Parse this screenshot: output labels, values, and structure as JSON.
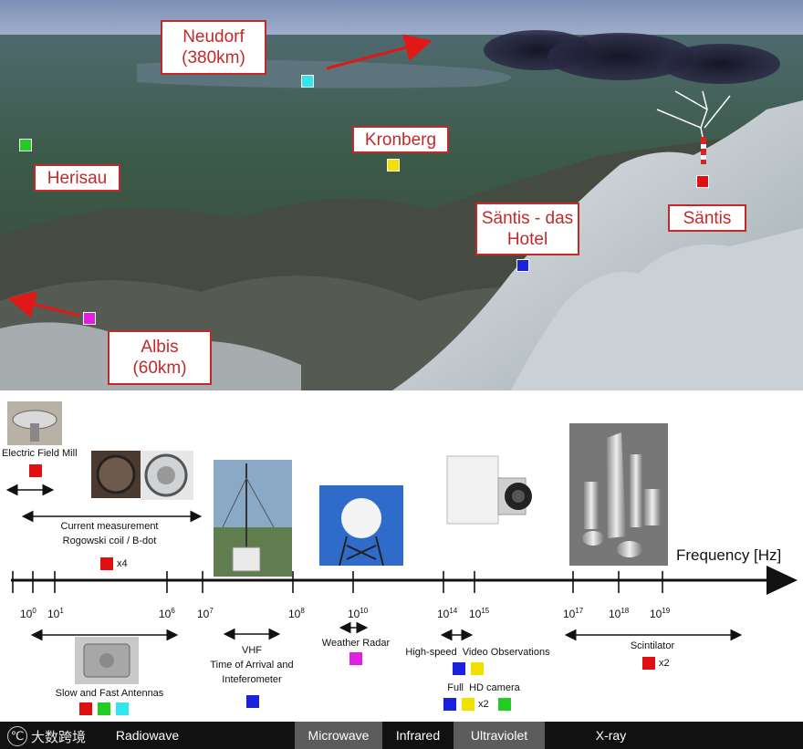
{
  "map": {
    "locations": [
      {
        "name": "Neudorf",
        "sub": "(380km)",
        "color": "#33e5ee"
      },
      {
        "name": "Herisau",
        "color": "#22cc22"
      },
      {
        "name": "Kronberg",
        "color": "#f2e000"
      },
      {
        "name": "Säntis - das",
        "sub": "Hotel",
        "color": "#1a22dd"
      },
      {
        "name": "Säntis",
        "color": "#e01010"
      },
      {
        "name": "Albis",
        "sub": "(60km)",
        "color": "#e020e0"
      }
    ]
  },
  "axis": {
    "title": "Frequency [Hz]",
    "ticks": [
      {
        "base": "10",
        "exp": "0"
      },
      {
        "base": "10",
        "exp": "1"
      },
      {
        "base": "10",
        "exp": "6"
      },
      {
        "base": "10",
        "exp": "7"
      },
      {
        "base": "10",
        "exp": "8"
      },
      {
        "base": "10",
        "exp": "10"
      },
      {
        "base": "10",
        "exp": "14"
      },
      {
        "base": "10",
        "exp": "15"
      },
      {
        "base": "10",
        "exp": "17"
      },
      {
        "base": "10",
        "exp": "18"
      },
      {
        "base": "10",
        "exp": "19"
      }
    ]
  },
  "instruments": {
    "efm": "Electric Field Mill",
    "current_1": "Current measurement",
    "current_2": "Rogowski coil / B-dot",
    "current_count": "x4",
    "antennas": "Slow and Fast Antennas",
    "vhf_1": "VHF",
    "vhf_2": "Time of Arrival and",
    "vhf_3": "Inteferometer",
    "radar": "Weather Radar",
    "highspeed": "High-speed  Video Observations",
    "hd": "Full  HD camera",
    "hd_count": "x2",
    "scint": "Scintilator",
    "scint_count": "x2"
  },
  "bands": [
    "Radiowave",
    "Microwave",
    "Infrared",
    "Ultraviolet",
    "X-ray"
  ],
  "watermark": "大数跨境",
  "colors": {
    "red": "#e01010",
    "green": "#22cc22",
    "cyan": "#33e5ee",
    "yellow": "#f2e000",
    "blue": "#1a22dd",
    "magenta": "#e020e0"
  }
}
